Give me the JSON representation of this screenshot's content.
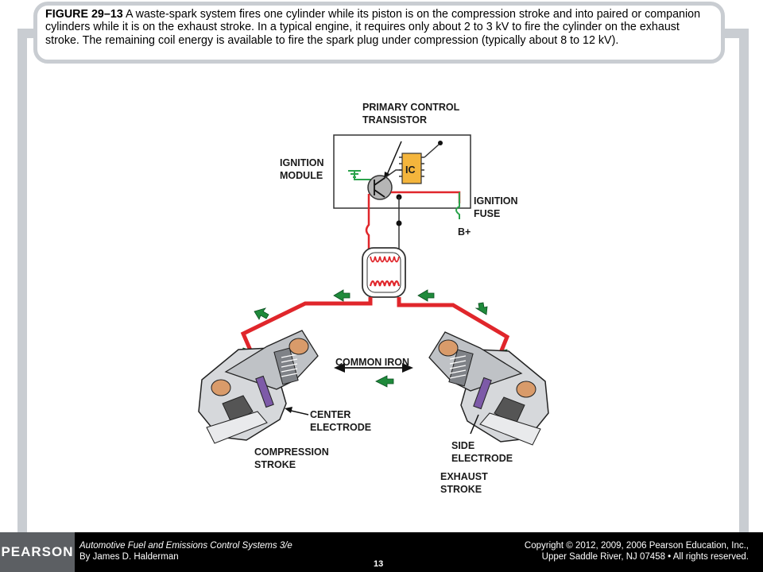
{
  "caption": {
    "figure_label": "FIGURE 29–13",
    "text": "A waste-spark system fires one cylinder while its piston is on the compression stroke and into paired or companion cylinders while it is on the exhaust stroke. In a typical engine, it requires only about 2 to 3 kV to fire the cylinder on the exhaust stroke. The remaining coil energy is available to fire the spark plug under compression (typically about 8 to 12 kV)."
  },
  "diagram": {
    "labels": {
      "primary_control_1": "PRIMARY CONTROL",
      "primary_control_2": "TRANSISTOR",
      "ignition_module_1": "IGNITION",
      "ignition_module_2": "MODULE",
      "ic": "IC",
      "ignition_fuse_1": "IGNITION",
      "ignition_fuse_2": "FUSE",
      "b_plus": "B+",
      "common_iron": "COMMON IRON",
      "center_electrode_1": "CENTER",
      "center_electrode_2": "ELECTRODE",
      "compression_1": "COMPRESSION",
      "compression_2": "STROKE",
      "side_electrode_1": "SIDE",
      "side_electrode_2": "ELECTRODE",
      "exhaust_1": "EXHAUST",
      "exhaust_2": "STROKE"
    },
    "colors": {
      "wire": "#e0262b",
      "arrow": "#1f8a3b",
      "chip": "#f4b53c",
      "ground": "#2aa24b"
    }
  },
  "footer": {
    "publisher": "PEARSON",
    "book_title": "Automotive Fuel and Emissions Control Systems 3/e",
    "author": "By James D. Halderman",
    "copyright_1": "Copyright © 2012, 2009, 2006 Pearson Education, Inc.,",
    "copyright_2": "Upper Saddle River, NJ 07458 • All rights reserved.",
    "page_number": "13"
  }
}
